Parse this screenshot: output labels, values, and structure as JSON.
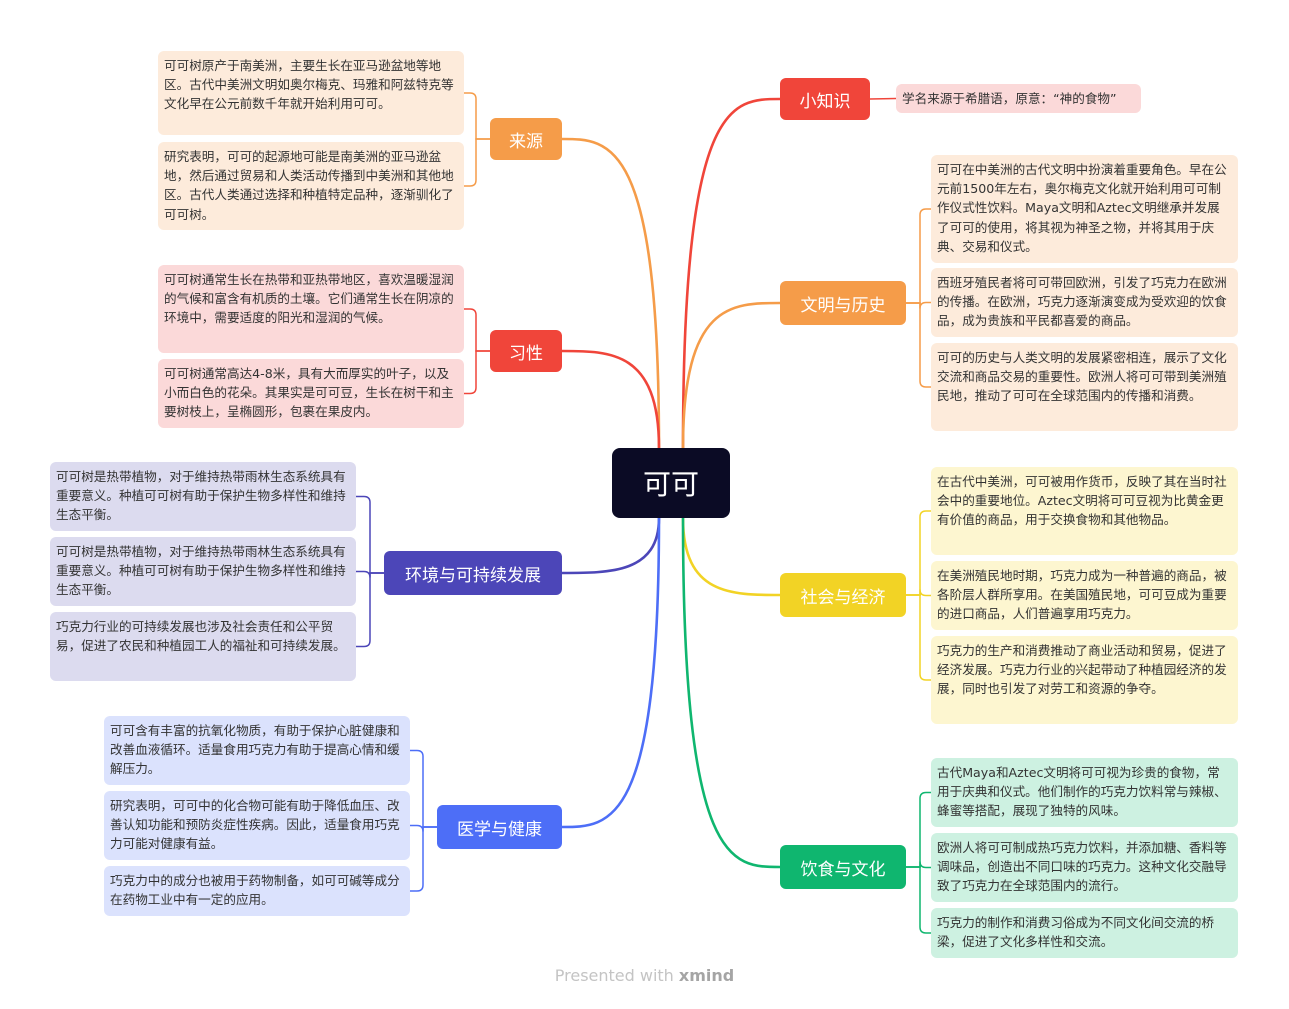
{
  "center": {
    "label": "可可"
  },
  "branches": [
    {
      "id": "xiaozhishi",
      "label": "小知识",
      "color": "#f0453a",
      "leafColor": "#fbd9d9",
      "leaves": [
        "学名来源于希腊语，原意：“神的食物”"
      ]
    },
    {
      "id": "wenming",
      "label": "文明与历史",
      "color": "#f59c49",
      "leafColor": "#fdebdb",
      "leaves": [
        "可可在中美洲的古代文明中扮演着重要角色。早在公元前1500年左右，奥尔梅克文化就开始利用可可制作仪式性饮料。Maya文明和Aztec文明继承并发展了可可的使用，将其视为神圣之物，并将其用于庆典、交易和仪式。",
        "西班牙殖民者将可可带回欧洲，引发了巧克力在欧洲的传播。在欧洲，巧克力逐渐演变成为受欢迎的饮食品，成为贵族和平民都喜爱的商品。",
        "可可的历史与人类文明的发展紧密相连，展示了文化交流和商品交易的重要性。欧洲人将可可带到美洲殖民地，推动了可可在全球范围内的传播和消费。"
      ]
    },
    {
      "id": "shehui",
      "label": "社会与经济",
      "color": "#f2d325",
      "leafColor": "#fdf6d0",
      "leaves": [
        "在古代中美洲，可可被用作货币，反映了其在当时社会中的重要地位。Aztec文明将可可豆视为比黄金更有价值的商品，用于交换食物和其他物品。",
        "在美洲殖民地时期，巧克力成为一种普遍的商品，被各阶层人群所享用。在美国殖民地，可可豆成为重要的进口商品，人们普遍享用巧克力。",
        "巧克力的生产和消费推动了商业活动和贸易，促进了经济发展。巧克力行业的兴起带动了种植园经济的发展，同时也引发了对劳工和资源的争夺。"
      ]
    },
    {
      "id": "yinshi",
      "label": "饮食与文化",
      "color": "#0fb66f",
      "leafColor": "#cdf1e1",
      "leaves": [
        "古代Maya和Aztec文明将可可视为珍贵的食物，常用于庆典和仪式。他们制作的巧克力饮料常与辣椒、蜂蜜等搭配，展现了独特的风味。",
        "欧洲人将可可制成热巧克力饮料，并添加糖、香料等调味品，创造出不同口味的巧克力。这种文化交融导致了巧克力在全球范围内的流行。",
        "巧克力的制作和消费习俗成为不同文化间交流的桥梁，促进了文化多样性和交流。"
      ]
    },
    {
      "id": "laiyuan",
      "label": "来源",
      "color": "#f59c49",
      "leafColor": "#fdebdb",
      "leaves": [
        "可可树原产于南美洲，主要生长在亚马逊盆地等地区。古代中美洲文明如奥尔梅克、玛雅和阿兹特克等文化早在公元前数千年就开始利用可可。",
        "研究表明，可可的起源地可能是南美洲的亚马逊盆地，然后通过贸易和人类活动传播到中美洲和其他地区。古代人类通过选择和种植特定品种，逐渐驯化了可可树。"
      ]
    },
    {
      "id": "xixing",
      "label": "习性",
      "color": "#f0453a",
      "leafColor": "#fbd9d9",
      "leaves": [
        "可可树通常生长在热带和亚热带地区，喜欢温暖湿润的气候和富含有机质的土壤。它们通常生长在阴凉的环境中，需要适度的阳光和湿润的气候。",
        "可可树通常高达4-8米，具有大而厚实的叶子，以及小而白色的花朵。其果实是可可豆，生长在树干和主要树枝上，呈椭圆形，包裹在果皮内。"
      ]
    },
    {
      "id": "huanjing",
      "label": "环境与可持续发展",
      "color": "#4c46b8",
      "leafColor": "#dcdbef",
      "leaves": [
        "可可树是热带植物，对于维持热带雨林生态系统具有重要意义。种植可可树有助于保护生物多样性和维持生态平衡。",
        "可可树是热带植物，对于维持热带雨林生态系统具有重要意义。种植可可树有助于保护生物多样性和维持生态平衡。",
        "巧克力行业的可持续发展也涉及社会责任和公平贸易，促进了农民和种植园工人的福祉和可持续发展。"
      ]
    },
    {
      "id": "yixue",
      "label": "医学与健康",
      "color": "#4d6ef7",
      "leafColor": "#dbe2fd",
      "leaves": [
        "可可含有丰富的抗氧化物质，有助于保护心脏健康和改善血液循环。适量食用巧克力有助于提高心情和缓解压力。",
        "研究表明，可可中的化合物可能有助于降低血压、改善认知功能和预防炎症性疾病。因此，适量食用巧克力可能对健康有益。",
        "巧克力中的成分也被用于药物制备，如可可碱等成分在药物工业中有一定的应用。"
      ]
    }
  ],
  "footer": {
    "prefix": "Presented with",
    "brand": "xmind"
  }
}
